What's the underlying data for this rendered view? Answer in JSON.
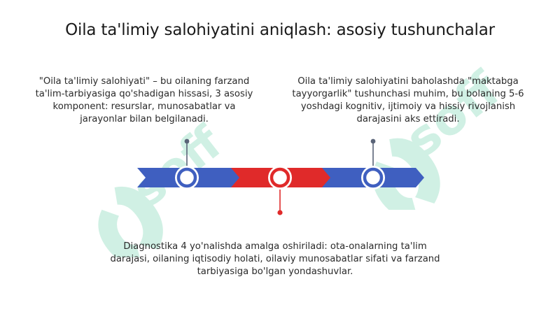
{
  "title": "Oila ta'limiy salohiyatini aniqlash: asosiy tushunchalar",
  "watermark": "soff",
  "colors": {
    "blue": "#3f5fc0",
    "red": "#e02a2a",
    "connector": "#5a6478",
    "watermark": "#2fbf86"
  },
  "points": [
    {
      "text": "\"Oila ta'limiy salohiyati\" – bu oilaning farzand ta'lim-tarbiyasiga qo'shadigan hissasi, 3 asosiy komponent: resurslar, munosabatlar va jarayonlar bilan belgilanadi.",
      "color": "blue",
      "position": "top"
    },
    {
      "text": "Diagnostika 4 yo'nalishda amalga oshiriladi: ota-onalarning ta'lim darajasi, oilaning iqtisodiy holati, oilaviy munosabatlar sifati va farzand tarbiyasiga bo'lgan yondashuvlar.",
      "color": "red",
      "position": "bottom"
    },
    {
      "text": "Oila ta'limiy salohiyatini baholashda \"maktabga tayyorgarlik\" tushunchasi muhim, bu bolaning 5-6 yoshdagi kognitiv, ijtimoiy va hissiy rivojlanish darajasini aks ettiradi.",
      "color": "blue",
      "position": "top"
    }
  ]
}
